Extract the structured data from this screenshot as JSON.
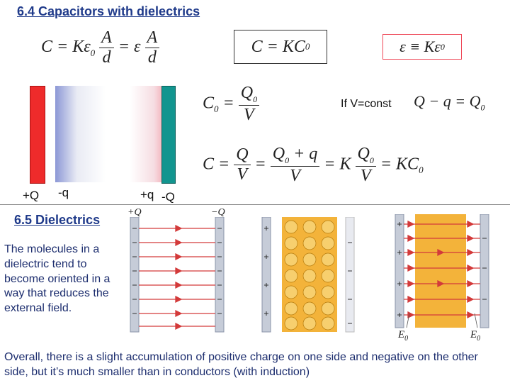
{
  "section1": {
    "title": "6.4 Capacitors with dielectrics",
    "if_label": "If V=const",
    "plate_labels": {
      "plus_Q": "+Q",
      "minus_q": "-q",
      "plus_q": "+q",
      "minus_Q": "-Q"
    },
    "colors": {
      "red_plate": "#ee2b2b",
      "teal_plate": "#12958f",
      "dielectric_blue": "#8c98d6",
      "dielectric_red": "#f07a88"
    }
  },
  "equations": {
    "eq1": {
      "lhs": "C = Kε",
      "sub": "0",
      "frac1_num": "A",
      "frac1_den": "d",
      "mid": "= ε",
      "frac2_num": "A",
      "frac2_den": "d"
    },
    "eq2": {
      "text": "C = KC",
      "sub": "0"
    },
    "eq3": {
      "text": "ε ≡ Kε",
      "sub": "0"
    },
    "eq4": {
      "lhs": "C",
      "sub": "0",
      "eq": "=",
      "num": "Q",
      "num_sub": "0",
      "den": "V"
    },
    "eq5": {
      "text": "Q − q = Q",
      "sub": "0"
    },
    "eq6": {
      "lhs": "C =",
      "f1_num": "Q",
      "f1_den": "V",
      "eq1": "=",
      "f2_num": "Q",
      "f2_num_sub": "0",
      "f2_num_tail": " + q",
      "f2_den": "V",
      "eq2": "= K",
      "f3_num": "Q",
      "f3_num_sub": "0",
      "f3_den": "V",
      "tail": "= KC",
      "tail_sub": "0"
    }
  },
  "section2": {
    "title": "6.5 Dielectrics",
    "description": "The molecules in a dielectric tend to become oriented in a way that reduces the external field.",
    "diagram_labels": {
      "plus_Q": "+Q",
      "minus_Q": "−Q",
      "E0_left": "E",
      "E0_right": "E",
      "E_sub": "0"
    },
    "colors": {
      "field_line": "#d33a3a",
      "plate": "#b9c0d0",
      "dielectric": "#f3b33a"
    }
  },
  "footer": {
    "text": "Overall, there is a slight accumulation of positive charge on one side and negative on the other side, but it’s much smaller than in conductors (with induction)"
  }
}
